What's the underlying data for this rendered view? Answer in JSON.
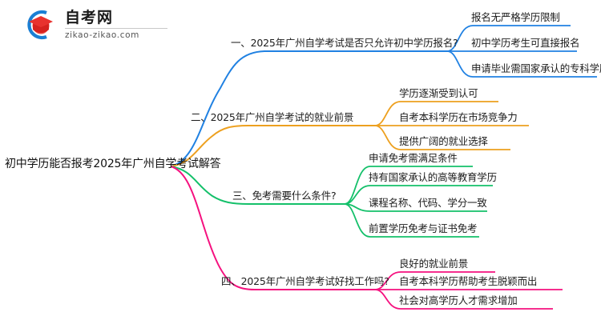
{
  "logo": {
    "name_cn": "自考网",
    "name_en": "zikao-zikao.com",
    "icon": "graduation-cap-logo",
    "arc_color": "#1a7fd4",
    "cap_color": "#e8322e"
  },
  "mindmap": {
    "root": {
      "label": "初中学历能否报考2025年广州自学考试解答"
    },
    "branches": [
      {
        "index": "一",
        "label": "一、2025年广州自学考试是否只允许初中学历报名?",
        "color": "#2081e2",
        "children": [
          {
            "label": "报名无严格学历限制"
          },
          {
            "label": "初中学历考生可直接报名"
          },
          {
            "label": "申请毕业需国家承认的专科学历"
          }
        ]
      },
      {
        "index": "二",
        "label": "二、2025年广州自学考试的就业前景",
        "color": "#eda01f",
        "children": [
          {
            "label": "学历逐渐受到认可"
          },
          {
            "label": "自考本科学历在市场竞争力"
          },
          {
            "label": "提供广阔的就业选择"
          }
        ]
      },
      {
        "index": "三",
        "label": "三、免考需要什么条件?",
        "color": "#14c06a",
        "children": [
          {
            "label": "申请免考需满足条件"
          },
          {
            "label": "持有国家承认的高等教育学历"
          },
          {
            "label": "课程名称、代码、学分一致"
          },
          {
            "label": "前置学历免考与证书免考"
          }
        ]
      },
      {
        "index": "四",
        "label": "四、2025年广州自学考试好找工作吗?",
        "color": "#f5117f",
        "children": [
          {
            "label": "良好的就业前景"
          },
          {
            "label": "自考本科学历帮助考生脱颖而出"
          },
          {
            "label": "社会对高学历人才需求增加"
          }
        ]
      }
    ]
  }
}
